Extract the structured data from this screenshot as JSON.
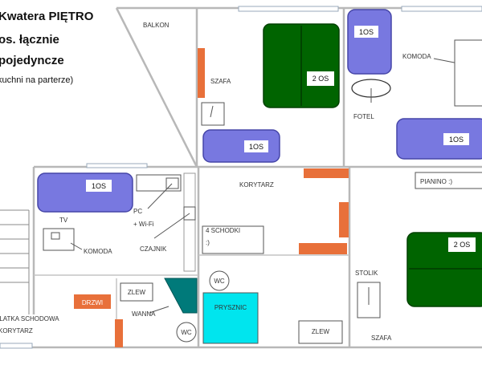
{
  "header": {
    "line1": "Kwatera PIĘTRO",
    "line2": "os. łącznie",
    "line3": "pojedyncze",
    "line4": "(dostęp do kuchni na parterze)"
  },
  "rooms": {
    "balkon": "BALKON",
    "korytarz": "KORYTARZ",
    "klatka_line1": "KLATKA SCHODOWA",
    "klatka_line2": "KORYTARZ"
  },
  "furniture": {
    "szafa_top": "SZAFA",
    "komoda_top": "KOMODA",
    "fotel": "FOTEL",
    "tv": "TV",
    "komoda_left": "KOMODA",
    "pc": "PC",
    "wifi": "+ Wi-Fi",
    "czajnik": "CZAJNIK",
    "drzwi": "DRZWI",
    "zlew1": "ZLEW",
    "wanna": "WANNA",
    "wc1": "WC",
    "wc2": "WC",
    "schodki_line1": "4 SCHODKI",
    "schodki_line2": ":)",
    "prysznic": "PRYSZNIC",
    "zlew2": "ZLEW",
    "pianino": "PIANINO :)",
    "stolik": "STOLIK",
    "szafa_bottom": "SZAFA"
  },
  "beds": {
    "top_double": "2 OS",
    "top_single_right": "1OS",
    "top_single_mid": "1OS",
    "right_single": "1OS",
    "left_single": "1OS",
    "bottom_double": "2 OS"
  },
  "colors": {
    "double_bed": "#006400",
    "single_bed": "#7878e0",
    "door": "#e8703a",
    "shower": "#00e5ee",
    "bath": "#007a7a",
    "wall": "#b8b8b8"
  }
}
